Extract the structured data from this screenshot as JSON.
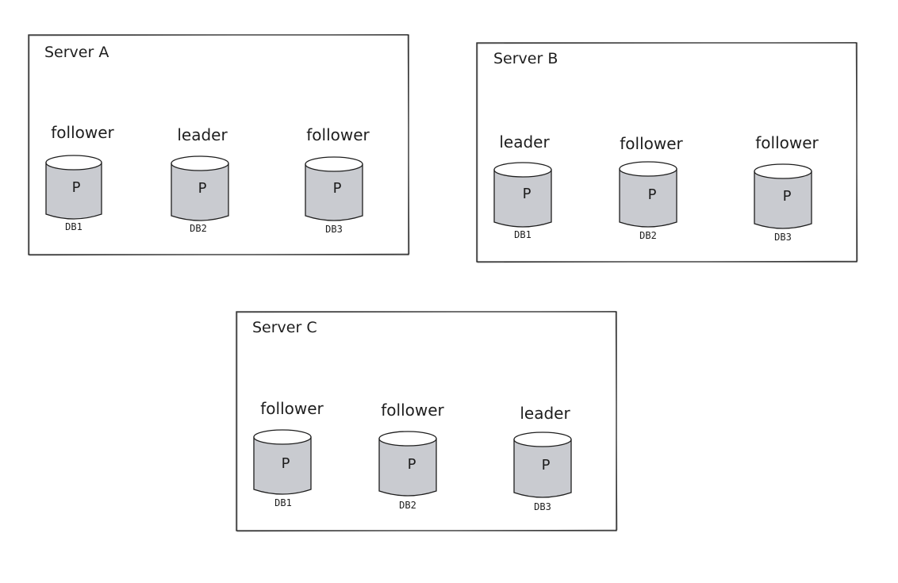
{
  "colors": {
    "stroke": "#1e1e1e",
    "cylinder_fill": "#c9cbd0",
    "cylinder_top": "#ffffff",
    "background": "#ffffff"
  },
  "servers": [
    {
      "title": "Server A",
      "databases": [
        {
          "role": "follower",
          "label": "P",
          "name": "DB1"
        },
        {
          "role": "leader",
          "label": "P",
          "name": "DB2"
        },
        {
          "role": "follower",
          "label": "P",
          "name": "DB3"
        }
      ]
    },
    {
      "title": "Server B",
      "databases": [
        {
          "role": "leader",
          "label": "P",
          "name": "DB1"
        },
        {
          "role": "follower",
          "label": "P",
          "name": "DB2"
        },
        {
          "role": "follower",
          "label": "P",
          "name": "DB3"
        }
      ]
    },
    {
      "title": "Server C",
      "databases": [
        {
          "role": "follower",
          "label": "P",
          "name": "DB1"
        },
        {
          "role": "follower",
          "label": "P",
          "name": "DB2"
        },
        {
          "role": "leader",
          "label": "P",
          "name": "DB3"
        }
      ]
    }
  ]
}
